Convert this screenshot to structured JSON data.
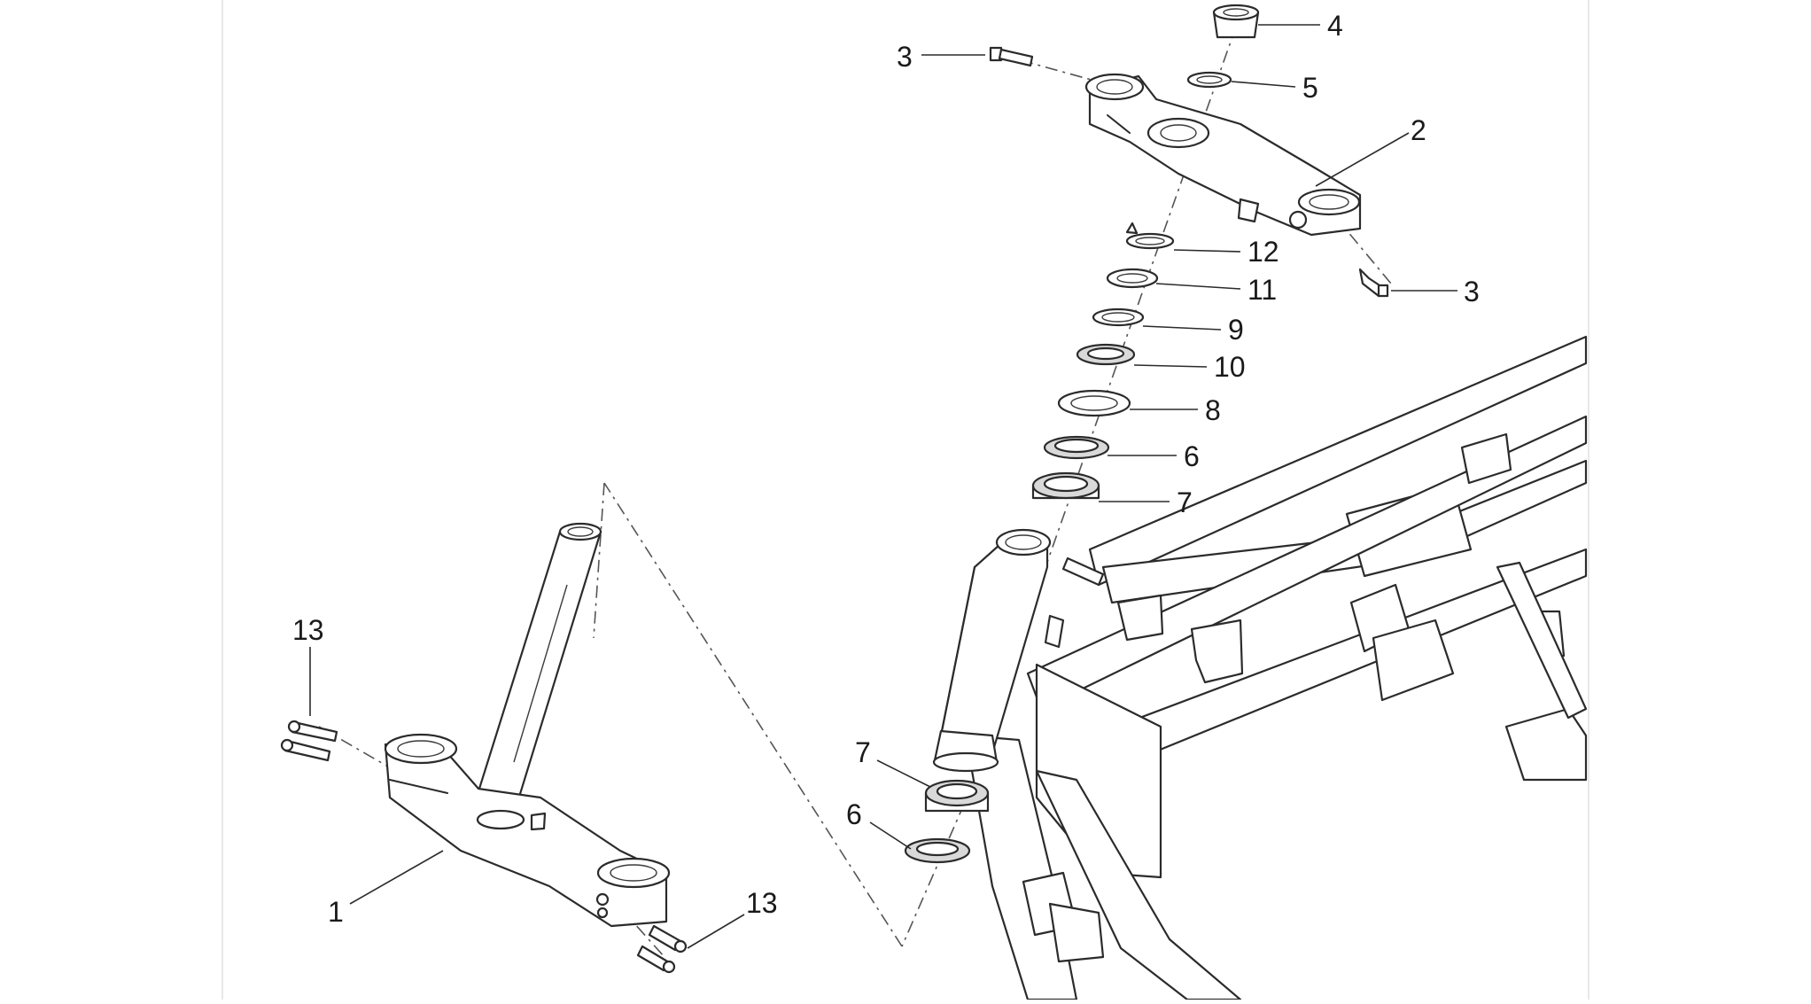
{
  "callouts": [
    {
      "id": "c4",
      "label": "4"
    },
    {
      "id": "c5",
      "label": "5"
    },
    {
      "id": "c3-top",
      "label": "3"
    },
    {
      "id": "c2",
      "label": "2"
    },
    {
      "id": "c12",
      "label": "12"
    },
    {
      "id": "c11",
      "label": "11"
    },
    {
      "id": "c3-right",
      "label": "3"
    },
    {
      "id": "c9",
      "label": "9"
    },
    {
      "id": "c10",
      "label": "10"
    },
    {
      "id": "c8",
      "label": "8"
    },
    {
      "id": "c6-top",
      "label": "6"
    },
    {
      "id": "c7-top",
      "label": "7"
    },
    {
      "id": "c13-top",
      "label": "13"
    },
    {
      "id": "c1",
      "label": "1"
    },
    {
      "id": "c13-bottom",
      "label": "13"
    },
    {
      "id": "c7-bottom",
      "label": "7"
    },
    {
      "id": "c6-bottom",
      "label": "6"
    }
  ]
}
